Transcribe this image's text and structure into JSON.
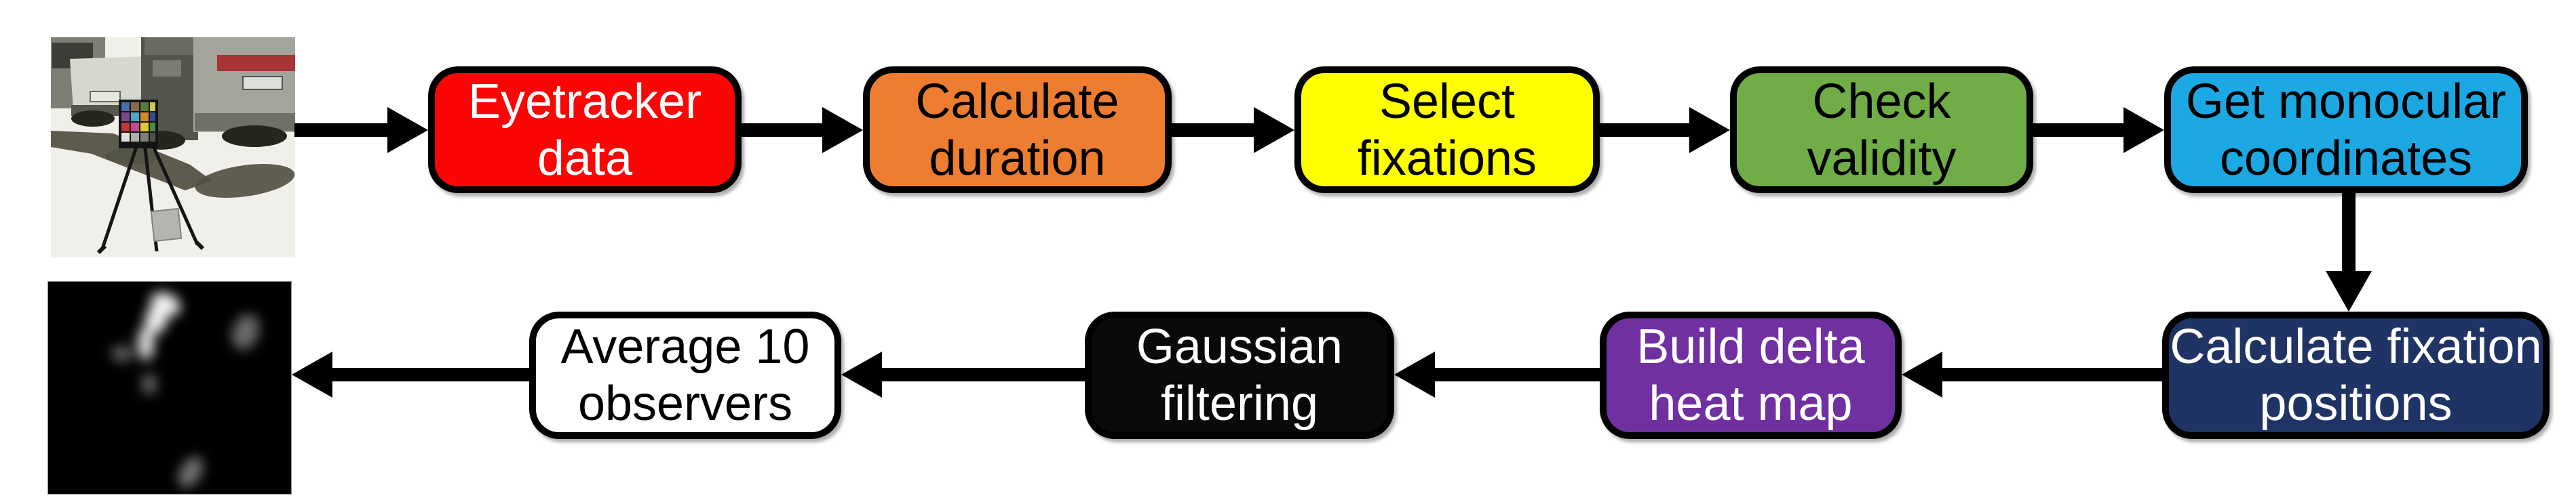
{
  "figure": {
    "type": "flowchart",
    "background": "#ffffff",
    "arrow_color": "#000000"
  },
  "images": {
    "stimulus": {
      "id": "stimulus-photo",
      "description": "Photograph of a parking lot: parked cars with a tripod-mounted color checker chart standing on bright sunlit pavement with car shadows"
    },
    "heatmap": {
      "id": "fixation-heat-map",
      "description": "Resulting grayscale fixation heat map: blurred white blobs on a black background"
    }
  },
  "nodes": [
    {
      "id": "eyetracker-data",
      "lines": [
        "Eyetracker",
        "data"
      ],
      "fill": "#fb0505",
      "text_color": "#ffffff"
    },
    {
      "id": "calculate-duration",
      "lines": [
        "Calculate",
        "duration"
      ],
      "fill": "#ed7d31",
      "text_color": "#000000"
    },
    {
      "id": "select-fixations",
      "lines": [
        "Select",
        "fixations"
      ],
      "fill": "#ffff00",
      "text_color": "#000000"
    },
    {
      "id": "check-validity",
      "lines": [
        "Check",
        "validity"
      ],
      "fill": "#70ad47",
      "text_color": "#000000"
    },
    {
      "id": "get-monocular-coordinates",
      "lines": [
        "Get monocular",
        "coordinates"
      ],
      "fill": "#1ba8e3",
      "text_color": "#000000"
    },
    {
      "id": "calculate-fixation-positions",
      "lines": [
        "Calculate fixation",
        "positions"
      ],
      "fill": "#1f3364",
      "text_color": "#ffffff"
    },
    {
      "id": "build-delta-heat-map",
      "lines": [
        "Build delta",
        "heat map"
      ],
      "fill": "#7030a0",
      "text_color": "#ffffff"
    },
    {
      "id": "gaussian-filtering",
      "lines": [
        "Gaussian",
        "filtering"
      ],
      "fill": "#0a0a0a",
      "text_color": "#ffffff"
    },
    {
      "id": "average-10-observers",
      "lines": [
        "Average 10",
        "observers"
      ],
      "fill": "#ffffff",
      "text_color": "#000000"
    }
  ],
  "connections": [
    {
      "from": "stimulus-photo",
      "to": "eyetracker-data"
    },
    {
      "from": "eyetracker-data",
      "to": "calculate-duration"
    },
    {
      "from": "calculate-duration",
      "to": "select-fixations"
    },
    {
      "from": "select-fixations",
      "to": "check-validity"
    },
    {
      "from": "check-validity",
      "to": "get-monocular-coordinates"
    },
    {
      "from": "get-monocular-coordinates",
      "to": "calculate-fixation-positions"
    },
    {
      "from": "calculate-fixation-positions",
      "to": "build-delta-heat-map"
    },
    {
      "from": "build-delta-heat-map",
      "to": "gaussian-filtering"
    },
    {
      "from": "gaussian-filtering",
      "to": "average-10-observers"
    },
    {
      "from": "average-10-observers",
      "to": "fixation-heat-map"
    }
  ]
}
